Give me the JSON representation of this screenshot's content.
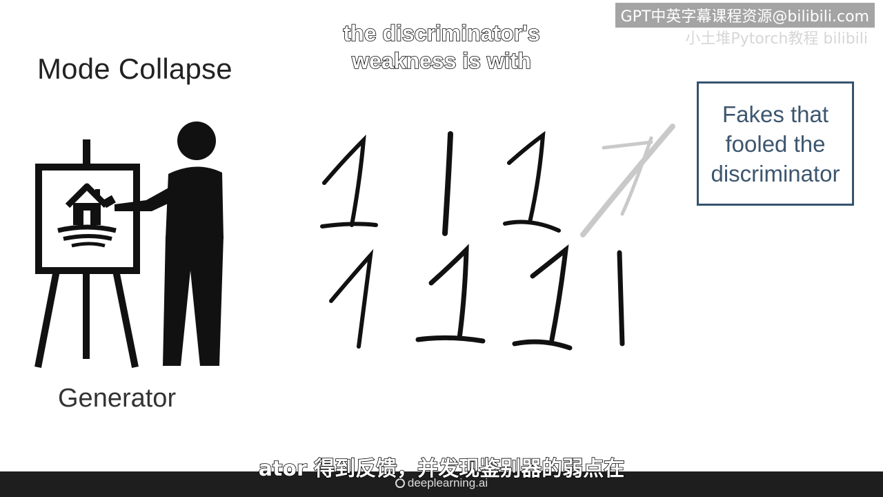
{
  "slide": {
    "title": "Mode Collapse",
    "box_text": "Fakes that\nfooled the\ndiscriminator",
    "generator_label": "Generator"
  },
  "subtitles": {
    "top_line1": "the discriminator's",
    "top_line2": "weakness is with",
    "bottom": "ator 得到反馈，并发现鉴别器的弱点在"
  },
  "watermark": {
    "text": "GPT中英字幕课程资源@bilibili.com",
    "sub": "小土堆Pytorch教程 bilibili"
  },
  "footer": {
    "brand": "deeplearning.ai",
    "icon": "deeplearning-logo-icon",
    "bar_color": "#1e1e1e"
  },
  "colors": {
    "box_border": "#34536d",
    "box_text": "#3d566e"
  }
}
